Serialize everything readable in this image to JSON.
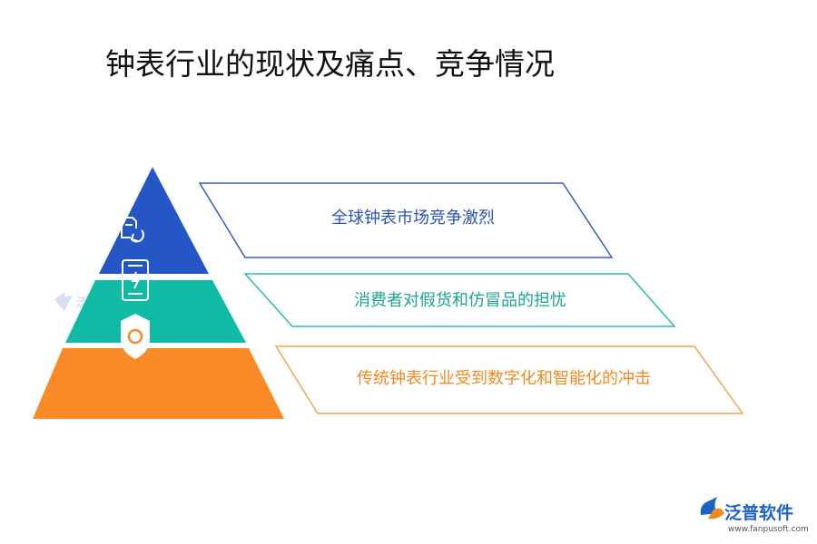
{
  "title": "钟表行业的现状及痛点、竞争情况",
  "levels": [
    {
      "label": "全球钟表市场竞争激烈",
      "color": "#2457c5",
      "icon": "document-refresh-icon"
    },
    {
      "label": "消费者对假货和仿冒品的担忧",
      "color": "#10bba6",
      "icon": "mobile-phone-icon"
    },
    {
      "label": "传统钟表行业受到数字化和智能化的冲击",
      "color": "#fa8a28",
      "icon": "shield-icon"
    }
  ],
  "colors": {
    "label_text_top": "#2b54b8",
    "label_text_mid": "#1aa592",
    "label_text_bottom": "#f08a20",
    "logo_blue": "#1d63c4",
    "logo_orange": "#f08a20"
  },
  "watermark": {
    "text": "泛普软件"
  },
  "logo": {
    "name": "泛普软件",
    "url": "www.fanpusoft.com"
  }
}
